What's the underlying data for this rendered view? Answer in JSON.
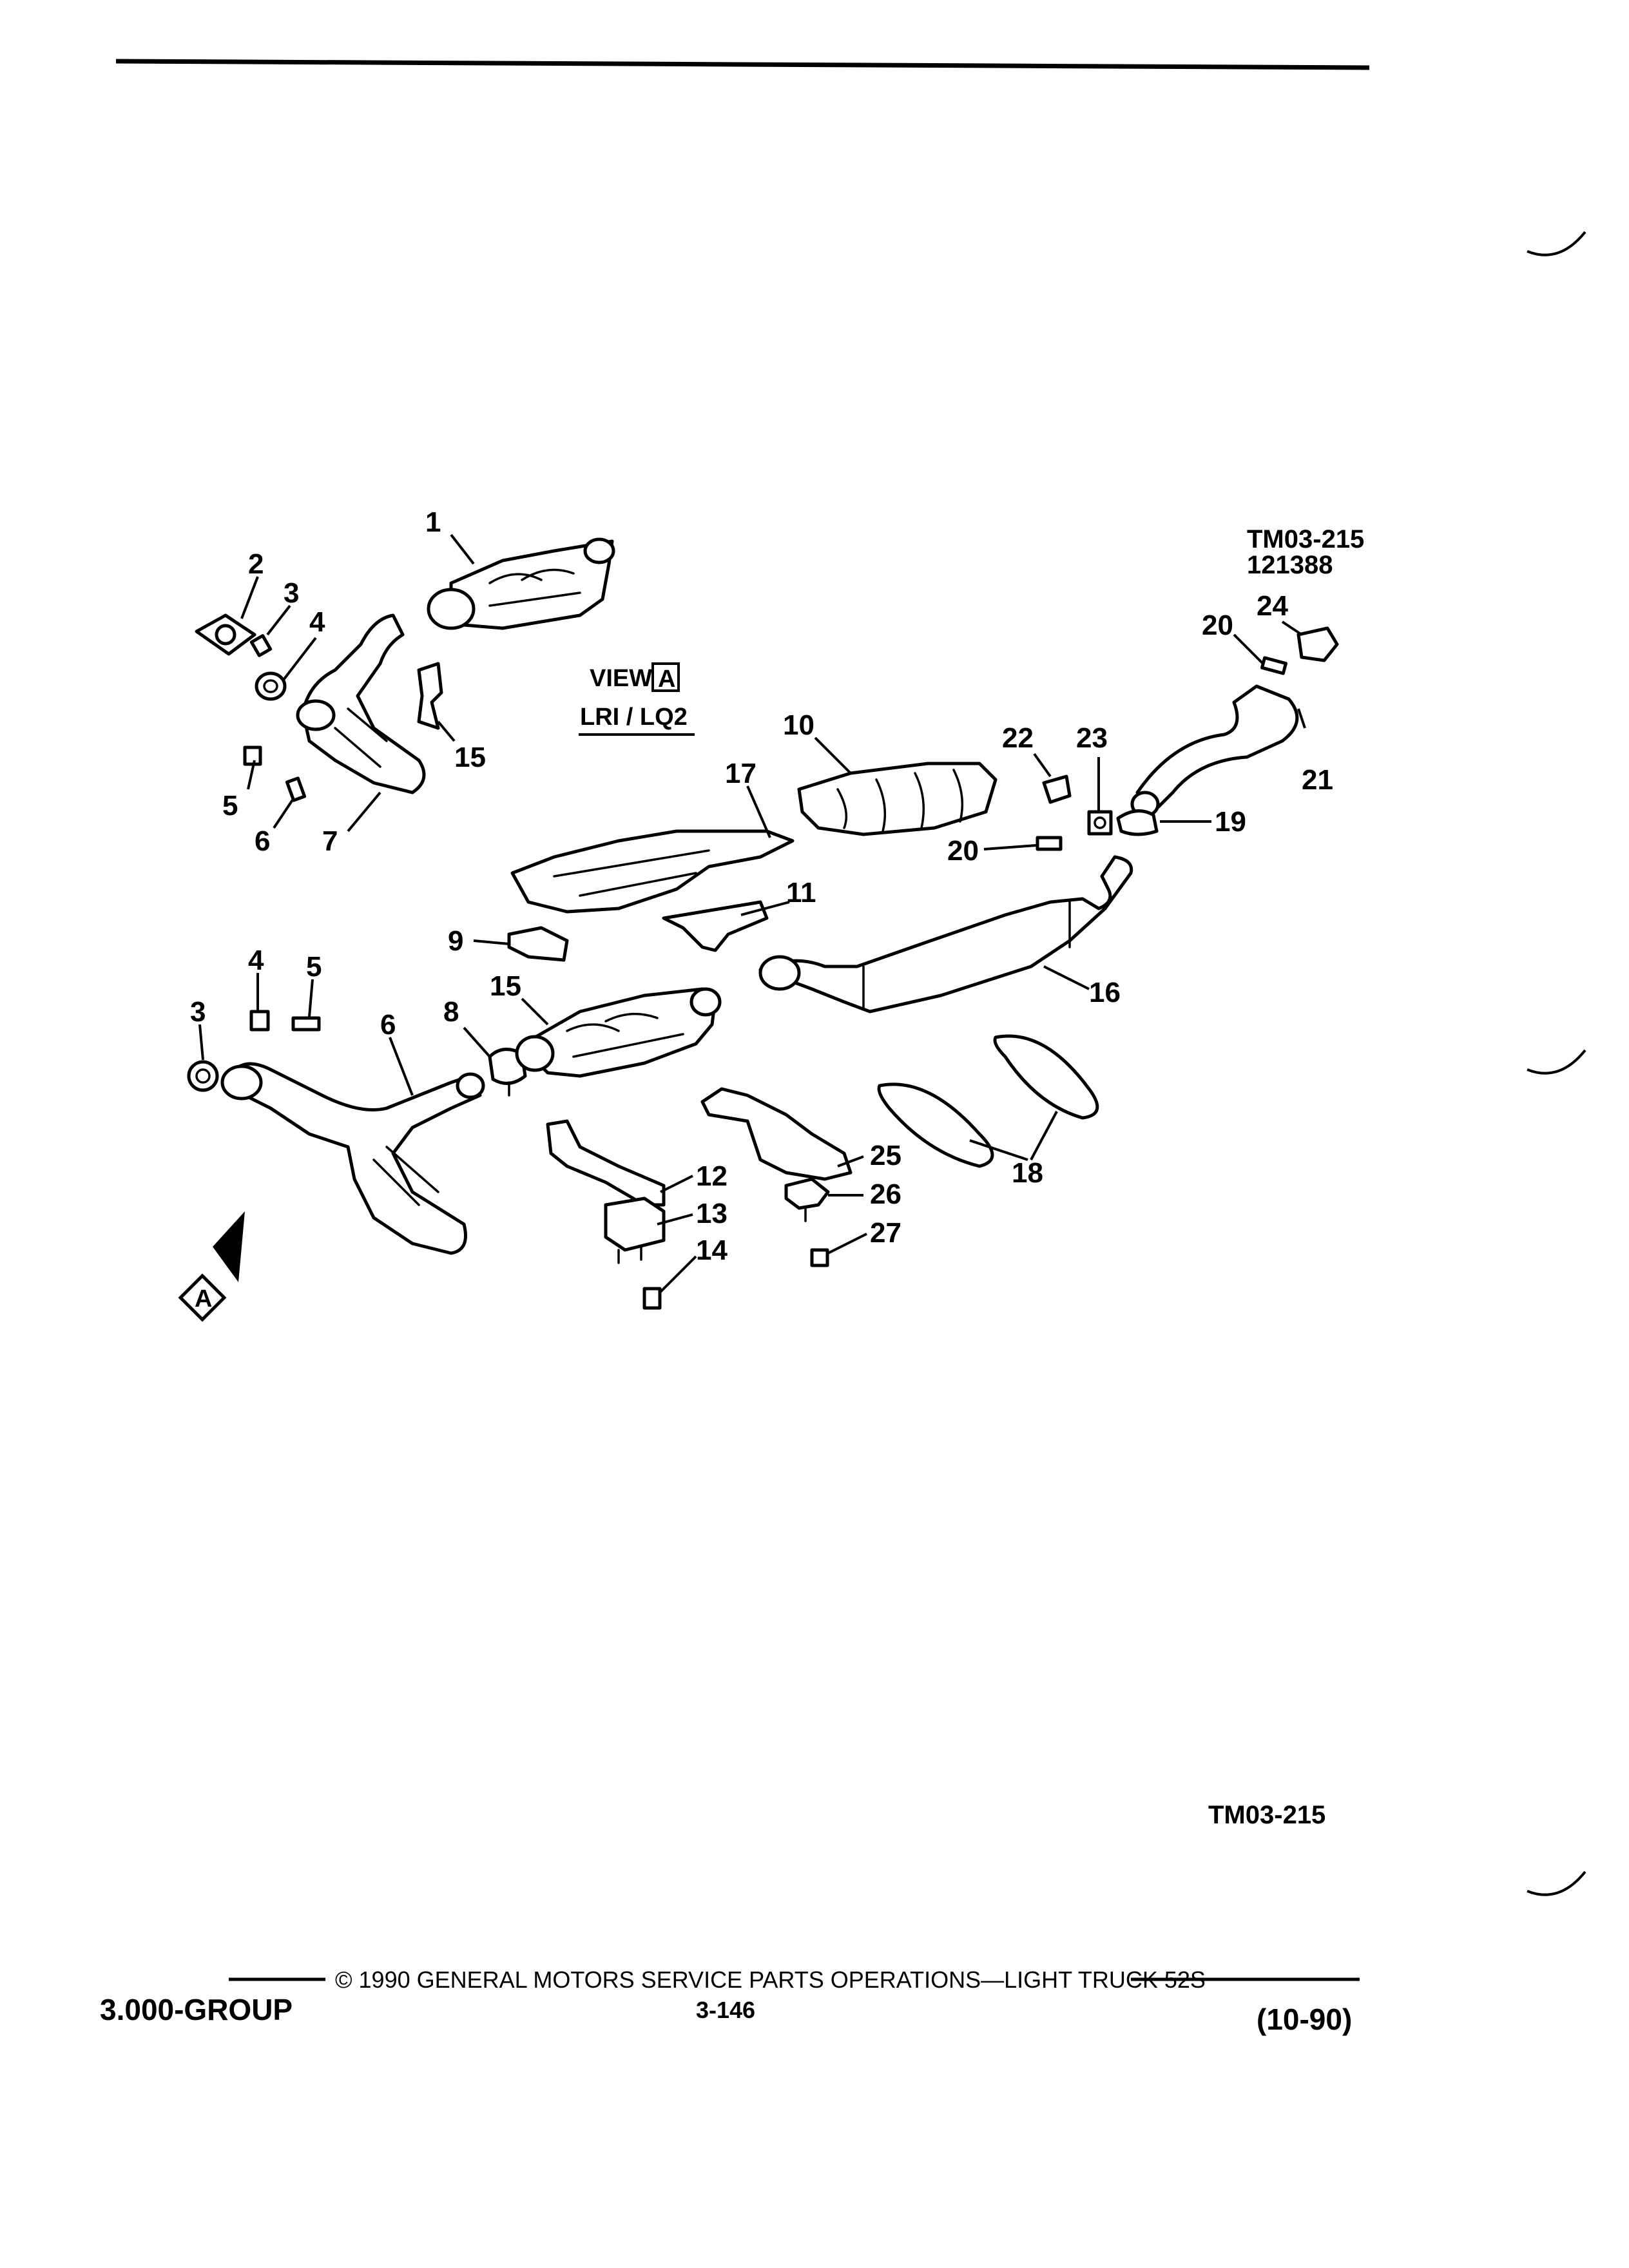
{
  "diagram_ref": {
    "code": "TM03-215",
    "number": "121388"
  },
  "view_label": {
    "prefix": "VIEW",
    "boxed_letter": "A",
    "engine": "LRI / LQ2"
  },
  "callouts": [
    "1",
    "2",
    "3",
    "4",
    "5",
    "6",
    "7",
    "15",
    "10",
    "17",
    "22",
    "23",
    "24",
    "20",
    "21",
    "19",
    "20",
    "11",
    "9",
    "16",
    "4",
    "5",
    "3",
    "6",
    "8",
    "15",
    "12",
    "13",
    "14",
    "25",
    "26",
    "27",
    "18"
  ],
  "view_arrow_letter": "A",
  "bottom_code": "TM03-215",
  "footer": {
    "copyright": "© 1990 GENERAL MOTORS SERVICE PARTS OPERATIONS—LIGHT TRUCK 52S",
    "group": "3.000-GROUP",
    "page": "3-146",
    "date": "(10-90)"
  }
}
